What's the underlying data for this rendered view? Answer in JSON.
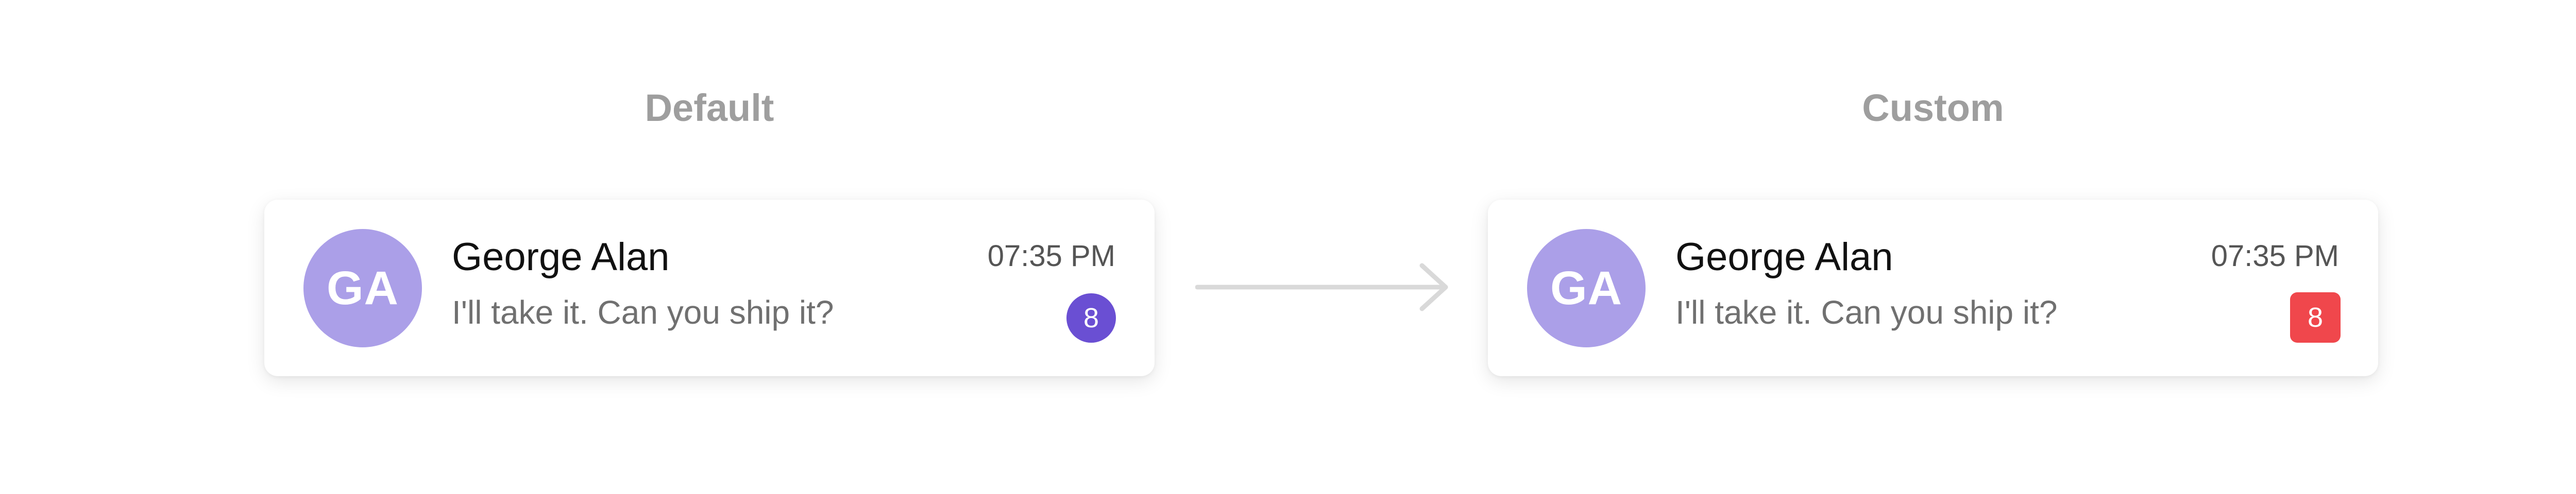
{
  "sections": {
    "default_title": "Default",
    "custom_title": "Custom"
  },
  "default_card": {
    "avatar_initials": "GA",
    "name": "George Alan",
    "message": "I'll take it. Can you ship it?",
    "time": "07:35 PM",
    "unread_count": "8"
  },
  "custom_card": {
    "avatar_initials": "GA",
    "name": "George Alan",
    "message": "I'll take it. Can you ship it?",
    "time": "07:35 PM",
    "unread_count": "8"
  },
  "colors": {
    "avatar_bg": "#ab9fe8",
    "default_badge_bg": "#6a4fd3",
    "custom_badge_bg": "#f0474c",
    "title_text": "#9e9e9e",
    "arrow": "#d9d9d9"
  },
  "icons": {
    "transition_arrow": "arrow-right-icon"
  }
}
